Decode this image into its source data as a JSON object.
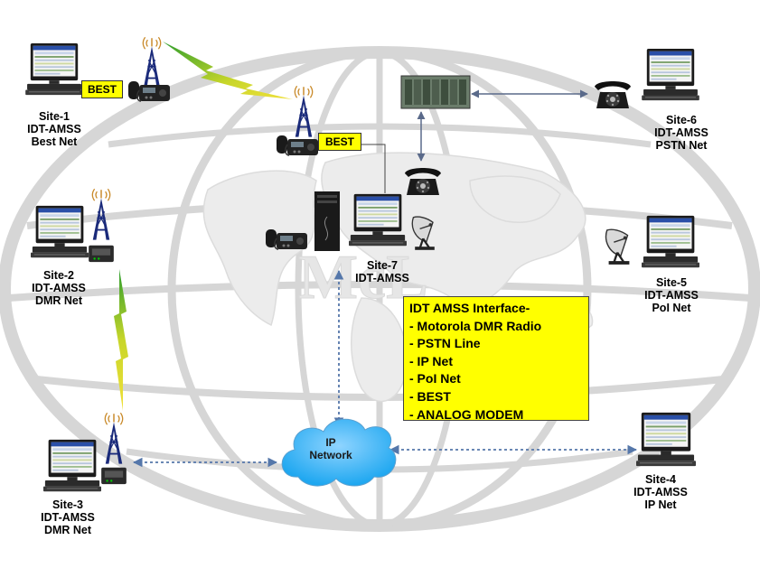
{
  "sites": [
    {
      "id": "site-1",
      "lines": [
        "Site-1",
        "IDT-AMSS",
        "Best Net"
      ]
    },
    {
      "id": "site-2",
      "lines": [
        "Site-2",
        "IDT-AMSS",
        "DMR Net"
      ]
    },
    {
      "id": "site-3",
      "lines": [
        "Site-3",
        "IDT-AMSS",
        "DMR Net"
      ]
    },
    {
      "id": "site-4",
      "lines": [
        "Site-4",
        "IDT-AMSS",
        "IP Net"
      ]
    },
    {
      "id": "site-5",
      "lines": [
        "Site-5",
        "IDT-AMSS",
        "PoI Net"
      ]
    },
    {
      "id": "site-6",
      "lines": [
        "Site-6",
        "IDT-AMSS",
        "PSTN Net"
      ]
    },
    {
      "id": "site-7",
      "lines": [
        "Site-7",
        "IDT-AMSS"
      ]
    }
  ],
  "tags": {
    "best_1": "BEST",
    "best_2": "BEST"
  },
  "cloud": {
    "line1": "IP",
    "line2": "Network"
  },
  "interface_box": {
    "title": "IDT AMSS Interface-",
    "items": [
      "- Motorola DMR Radio",
      "- PSTN Line",
      "- IP Net",
      "- PoI Net",
      "- BEST",
      "- ANALOG  MODEM"
    ]
  },
  "colors": {
    "tag_fill": "#ffff00",
    "cloud_fill": "#1ea7f0",
    "link_dash": "#5577aa",
    "lightning_start": "#2e9e2e",
    "lightning_end": "#e8e23a",
    "tower": "#1a2a7a",
    "map_watermark": "#d6d6d6"
  }
}
